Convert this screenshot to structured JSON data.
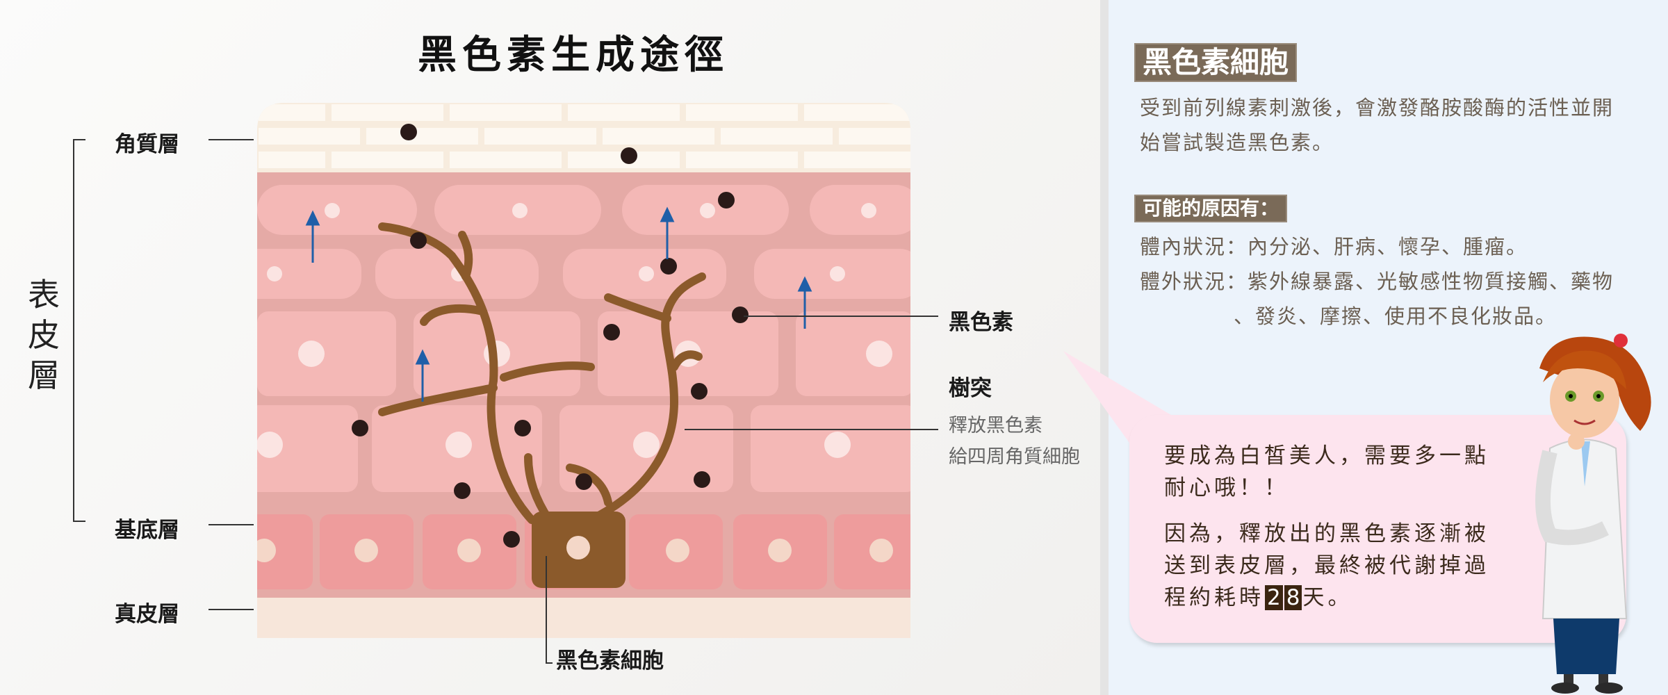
{
  "diagram": {
    "title": "黑色素生成途徑",
    "labels": {
      "stratum_corneum": "角質層",
      "epidermis": "表皮層",
      "basal_layer": "基底層",
      "dermis": "真皮層",
      "melanin": "黑色素",
      "dendrite": "樹突",
      "dendrite_desc_1": "釋放黑色素",
      "dendrite_desc_2": "給四周角質細胞",
      "melanocyte": "黑色素細胞"
    },
    "colors": {
      "melanocyte": "#8b5a2b",
      "arrow": "#1f5fa8",
      "cell": "#f4b8b6",
      "basal_cell": "#ee9c9c"
    }
  },
  "panel": {
    "heading": "黑色素細胞",
    "description_1": "受到前列線素刺激後，會激發酪胺酸酶的活性並開",
    "description_2": "始嘗試製造黑色素。",
    "causes_heading": "可能的原因有：",
    "internal": "體內狀況：內分泌、肝病、懷孕、腫瘤。",
    "external_1": "體外狀況：紫外線暴露、光敏感性物質接觸、藥物",
    "external_2": "、發炎、摩擦、使用不良化妝品。"
  },
  "bubble": {
    "line1": "要成為白皙美人，需要多一點",
    "line2": "耐心哦！！",
    "line3": "因為，釋放出的黑色素逐漸被",
    "line4": "送到表皮層，最終被代謝掉過",
    "line5_prefix": "程約耗時",
    "digit1": "2",
    "digit2": "8",
    "line5_suffix": "天。"
  }
}
